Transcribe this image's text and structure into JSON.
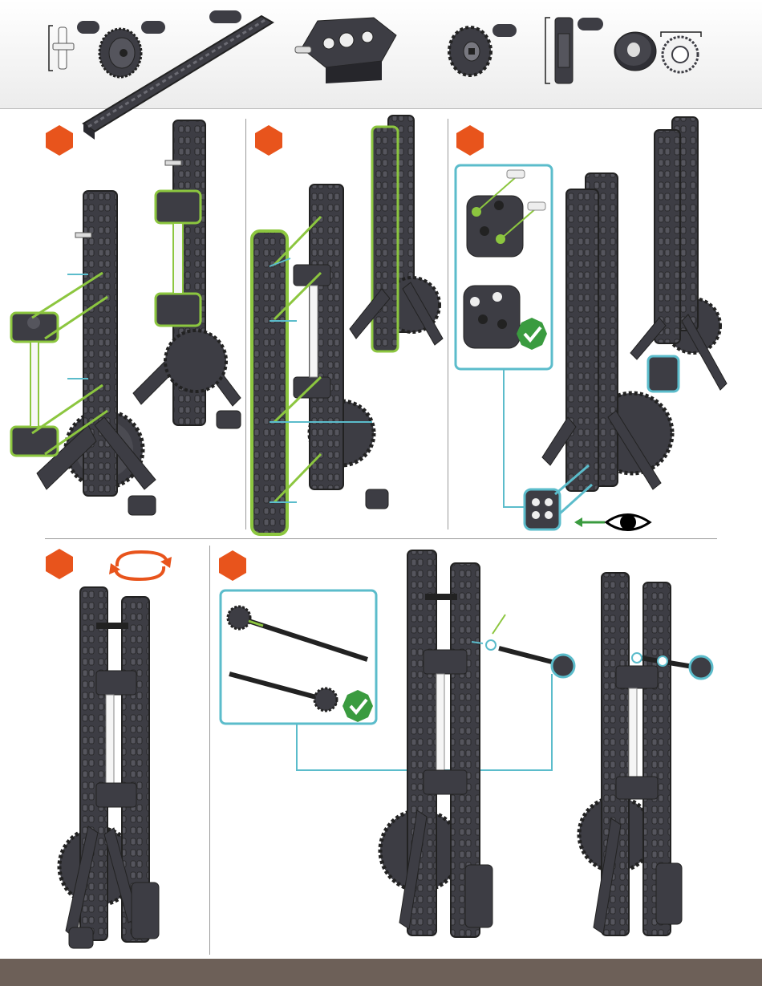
{
  "parts": [
    {
      "name": "axle-connector",
      "qty": ""
    },
    {
      "name": "bevel-gear",
      "qty": ""
    },
    {
      "name": "long-beam",
      "qty": ""
    },
    {
      "name": "connector-block",
      "qty": ""
    },
    {
      "name": "small-gear",
      "qty": ""
    },
    {
      "name": "double-connector",
      "qty": ""
    },
    {
      "name": "spacer",
      "qty": ""
    }
  ],
  "steps": [
    {
      "id": "step-1",
      "number": ""
    },
    {
      "id": "step-2",
      "number": ""
    },
    {
      "id": "step-3",
      "number": ""
    },
    {
      "id": "step-4",
      "number": ""
    },
    {
      "id": "step-5",
      "number": ""
    }
  ],
  "colors": {
    "step_badge": "#e8541c",
    "highlight_green": "#8cc63f",
    "callout_cyan": "#5bbccb",
    "part_dark": "#3d3d44",
    "check_green": "#3a9b3f",
    "footer": "#6d6058"
  },
  "icons": [
    "rotate-icon",
    "eye-icon",
    "check-icon"
  ]
}
